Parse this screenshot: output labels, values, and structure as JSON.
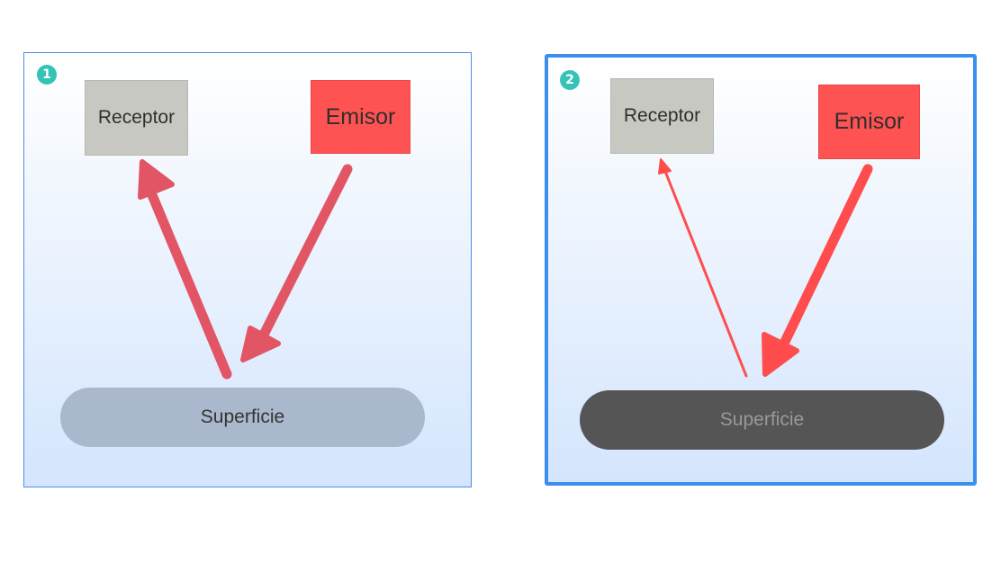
{
  "panels": [
    {
      "badge": "1",
      "receptor_label": "Receptor",
      "emisor_label": "Emisor",
      "surface_label": "Superficie",
      "surface_color": "#a9b8cc",
      "arrow_color": "#e25565"
    },
    {
      "badge": "2",
      "receptor_label": "Receptor",
      "emisor_label": "Emisor",
      "surface_label": "Superficie",
      "surface_color": "#555555",
      "arrow_color": "#ff4d4d",
      "selected": true
    }
  ]
}
